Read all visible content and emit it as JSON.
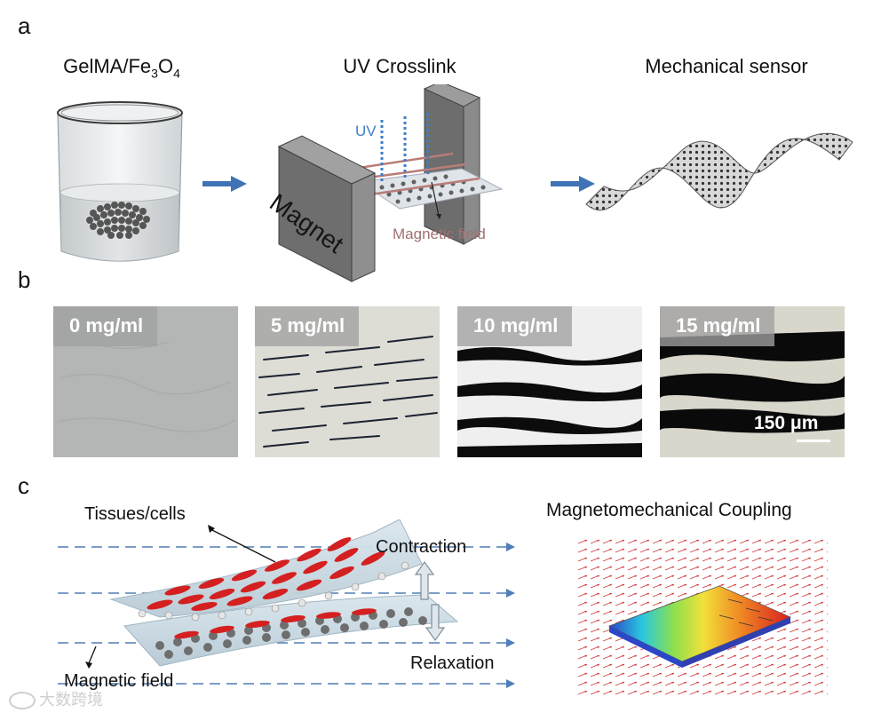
{
  "panels": {
    "a": "a",
    "b": "b",
    "c": "c"
  },
  "panel_a": {
    "step1_prefix": "GelMA/Fe",
    "step1_sub1": "3",
    "step1_mid": "O",
    "step1_sub2": "4",
    "step2_title": "UV Crosslink",
    "step3_title": "Mechanical sensor",
    "magnet_label": "Magnet",
    "uv_label": "UV",
    "field_label": "Magnetic field"
  },
  "panel_b": {
    "samples": [
      {
        "label": "0 mg/ml"
      },
      {
        "label": "5 mg/ml"
      },
      {
        "label": "10 mg/ml"
      },
      {
        "label": "15 mg/ml"
      }
    ],
    "scale_bar": "150 μm"
  },
  "panel_c": {
    "tissues_label": "Tissues/cells",
    "contraction_label": "Contraction",
    "relaxation_label": "Relaxation",
    "field_label": "Magnetic field",
    "coupling_title": "Magnetomechanical Coupling"
  },
  "watermark": "大数跨境",
  "colors": {
    "arrow_blue": "#3f73b5",
    "field_line_blue": "#4f7fb6",
    "uv_dots": "#3c7fc6",
    "field_rod": "#b87d78",
    "cell_red": "#d42020"
  }
}
